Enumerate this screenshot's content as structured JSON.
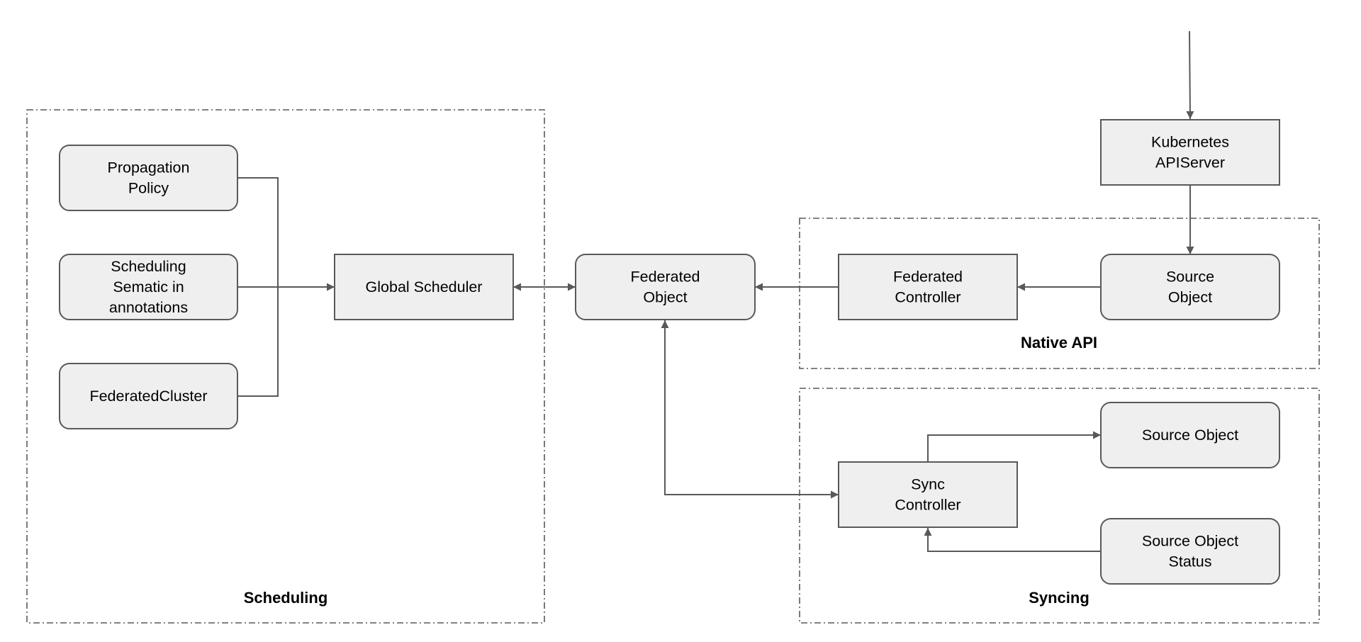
{
  "colors": {
    "box_fill": "#efefef",
    "box_stroke": "#595959",
    "arrow": "#595959",
    "group_border": "#595959",
    "text": "#000000"
  },
  "groups": {
    "scheduling": {
      "label": "Scheduling"
    },
    "native_api": {
      "label": "Native API"
    },
    "syncing": {
      "label": "Syncing"
    }
  },
  "nodes": {
    "propagation_policy": [
      "Propagation",
      "Policy"
    ],
    "scheduling_semantic": [
      "Scheduling",
      "Sematic in",
      "annotations"
    ],
    "federated_cluster": [
      "FederatedCluster"
    ],
    "global_scheduler": [
      "Global Scheduler"
    ],
    "federated_object": [
      "Federated",
      "Object"
    ],
    "federated_controller": [
      "Federated",
      "Controller"
    ],
    "source_object_native": [
      "Source",
      "Object"
    ],
    "kubernetes_apiserver": [
      "Kubernetes",
      "APIServer"
    ],
    "sync_controller": [
      "Sync",
      "Controller"
    ],
    "source_object_sync": [
      "Source Object"
    ],
    "source_object_status": [
      "Source Object",
      "Status"
    ]
  }
}
